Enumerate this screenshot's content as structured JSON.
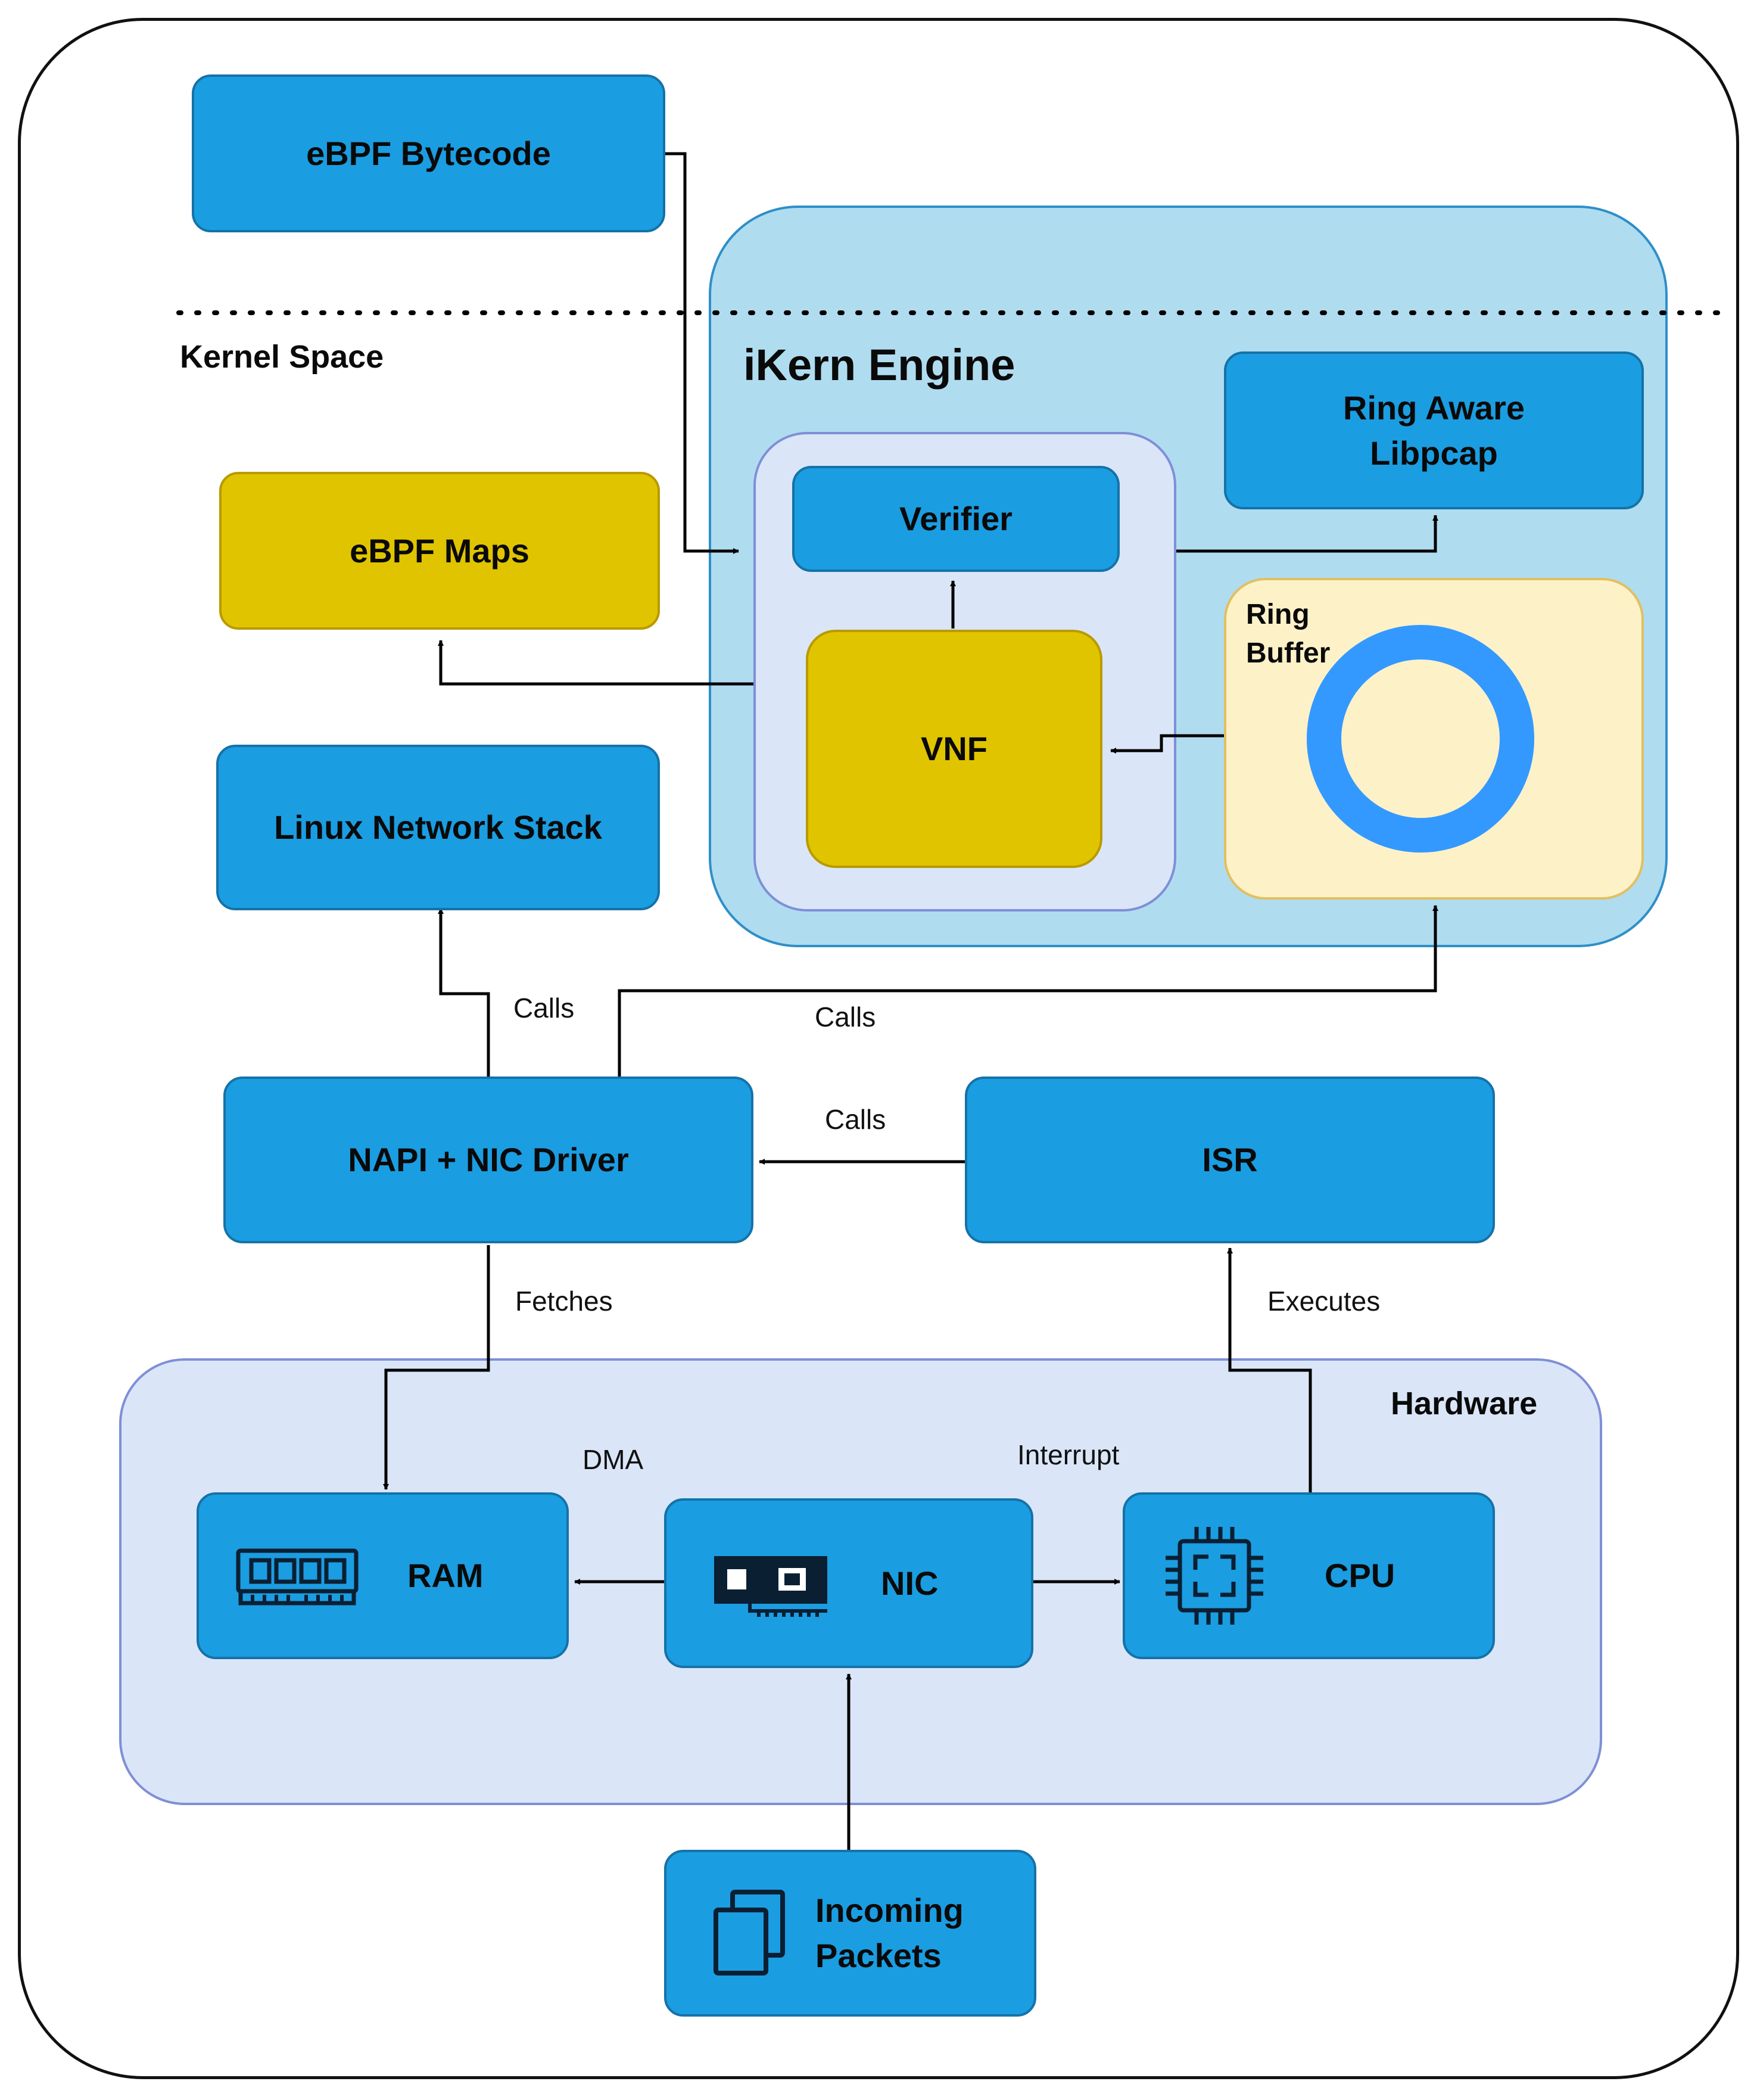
{
  "nodes": {
    "ebpf_bytecode": "eBPF Bytecode",
    "ebpf_maps": "eBPF Maps",
    "linux_network_stack": "Linux Network Stack",
    "verifier": "Verifier",
    "vnf": "VNF",
    "ring_aware_libpcap": "Ring Aware\nLibpcap",
    "ring_buffer": "Ring\nBuffer",
    "napi_nic_driver": "NAPI + NIC Driver",
    "isr": "ISR",
    "ram": "RAM",
    "nic": "NIC",
    "cpu": "CPU",
    "incoming_packets": "Incoming\nPackets"
  },
  "regions": {
    "kernel_space": "Kernel Space",
    "ikern_engine": "iKern Engine",
    "hardware": "Hardware"
  },
  "edges": {
    "calls_stack": "Calls",
    "calls_ring": "Calls",
    "calls_isr": "Calls",
    "fetches": "Fetches",
    "executes": "Executes",
    "dma": "DMA",
    "interrupt": "Interrupt"
  },
  "icons": {
    "ram": "ram-chip-icon",
    "nic": "network-card-icon",
    "cpu": "cpu-chip-icon",
    "packets": "stacked-pages-icon",
    "ring": "ring-circle-icon"
  },
  "colors": {
    "blue_node": "#1b9de1",
    "gold_node": "#e0c400",
    "engine_bg": "#b0dcf0",
    "hardware_bg": "#dae6f8",
    "ring_bg": "#fdf1c8",
    "ring_stroke": "#3399ff"
  }
}
